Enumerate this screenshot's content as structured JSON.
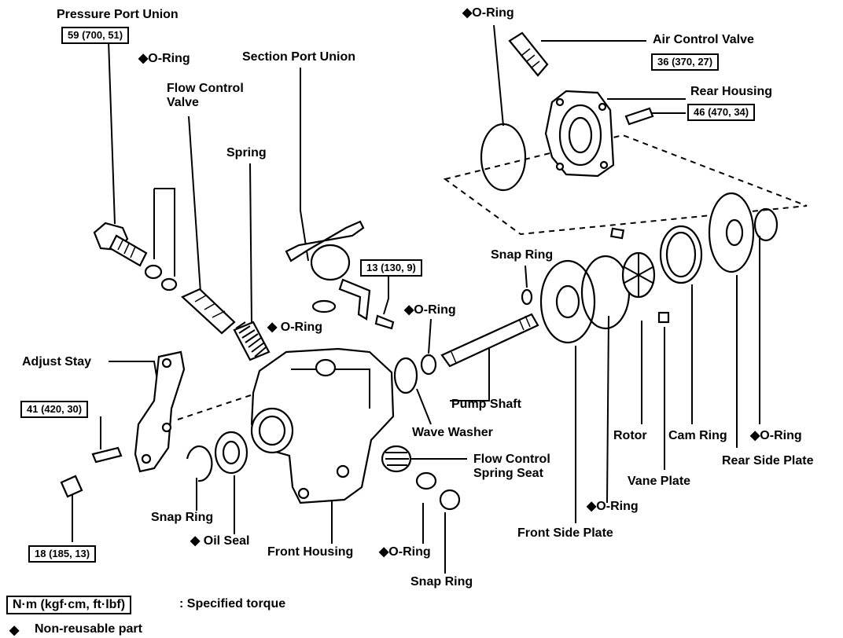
{
  "labels": {
    "pressure_port_union": "Pressure Port Union",
    "oring_1": "◆O-Ring",
    "flow_control_valve": "Flow Control\nValve",
    "section_port_union": "Section Port Union",
    "spring": "Spring",
    "oring_top": "◆O-Ring",
    "air_control_valve": "Air Control Valve",
    "rear_housing": "Rear Housing",
    "snap_ring_shaft": "Snap Ring",
    "oring_section": "◆ O-Ring",
    "oring_shaft": "◆O-Ring",
    "adjust_stay": "Adjust Stay",
    "pump_shaft": "Pump Shaft",
    "wave_washer": "Wave Washer",
    "rotor": "Rotor",
    "cam_ring": "Cam Ring",
    "oring_rear": "◆O-Ring",
    "rear_side_plate": "Rear Side Plate",
    "flow_control_spring_seat": "Flow Control\nSpring Seat",
    "vane_plate": "Vane Plate",
    "oring_front_plate": "◆O-Ring",
    "front_side_plate": "Front Side Plate",
    "snap_ring_left": "Snap Ring",
    "oil_seal": "◆ Oil Seal",
    "front_housing": "Front Housing",
    "oring_bottom": "◆O-Ring",
    "snap_ring_bottom": "Snap Ring"
  },
  "torques": {
    "pressure_port_union": "59 (700, 51)",
    "air_control_valve": "36 (370, 27)",
    "rear_housing": "46 (470, 34)",
    "stay_bolt": "13 (130, 9)",
    "adjust_stay_upper": "41 (420, 30)",
    "adjust_stay_lower": "18 (185, 13)"
  },
  "legend": {
    "torque_box": "N·m (kgf·cm, ft·lbf)",
    "torque_text": ":  Specified torque",
    "nonreusable_symbol": "◆",
    "nonreusable_text": "Non-reusable part"
  }
}
